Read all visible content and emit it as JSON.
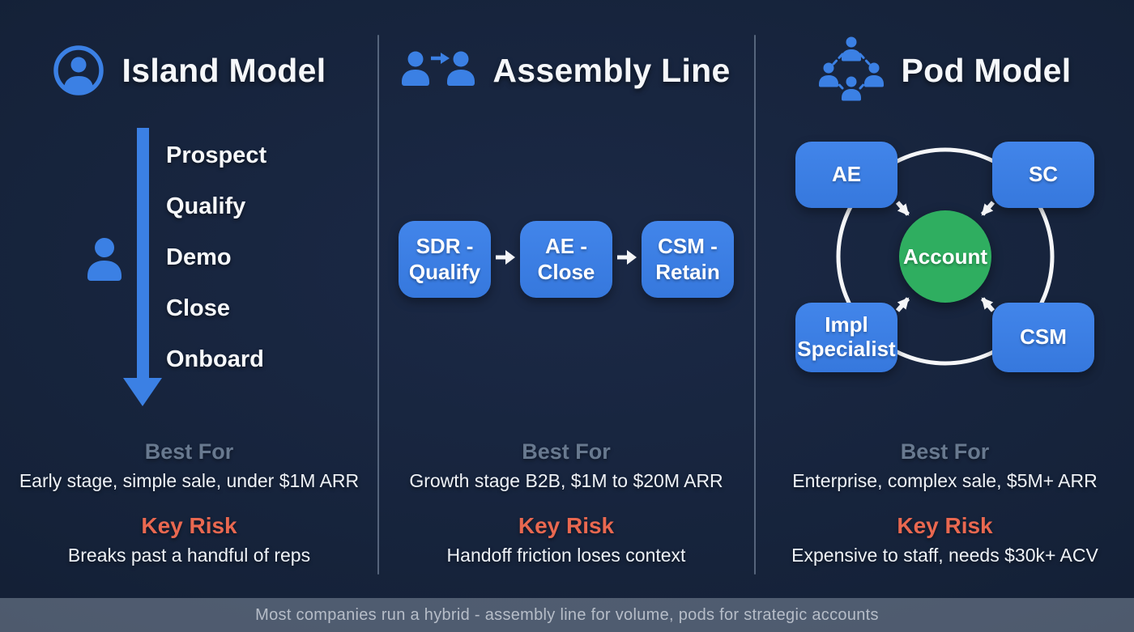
{
  "slide": {
    "footer_note": "Most companies run a hybrid - assembly line for volume, pods for strategic accounts"
  },
  "colors": {
    "background": "#142138",
    "accent_blue": "#3b80e4",
    "account_green": "#2fae60",
    "risk_orange": "#e96850",
    "muted_heading": "#68798f",
    "white_text": "#f5f7fa",
    "footer_bar": "#59616f",
    "arrow_white": "#f5f6f8"
  },
  "icons": {
    "island": "person-circle-icon",
    "assembly": "person-handoff-icon",
    "pod": "person-network-icon",
    "island_rep": "person-icon"
  },
  "columns": [
    {
      "title": "Island Model",
      "stages": [
        "Prospect",
        "Qualify",
        "Demo",
        "Close",
        "Onboard"
      ],
      "best_for_label": "Best For",
      "best_for": "Early stage, simple sale, under $1M ARR",
      "key_risk_label": "Key Risk",
      "key_risk": "Breaks past a handful of reps"
    },
    {
      "title": "Assembly Line",
      "steps": [
        "SDR -\nQualify",
        "AE -\nClose",
        "CSM -\nRetain"
      ],
      "best_for_label": "Best For",
      "best_for": "Growth stage B2B, $1M to $20M ARR",
      "key_risk_label": "Key Risk",
      "key_risk": "Handoff friction loses context"
    },
    {
      "title": "Pod Model",
      "roles": [
        "AE",
        "SC",
        "Impl\nSpecialist",
        "CSM"
      ],
      "center_label": "Account",
      "best_for_label": "Best For",
      "best_for": "Enterprise, complex sale, $5M+ ARR",
      "key_risk_label": "Key Risk",
      "key_risk": "Expensive to staff, needs $30k+ ACV"
    }
  ]
}
